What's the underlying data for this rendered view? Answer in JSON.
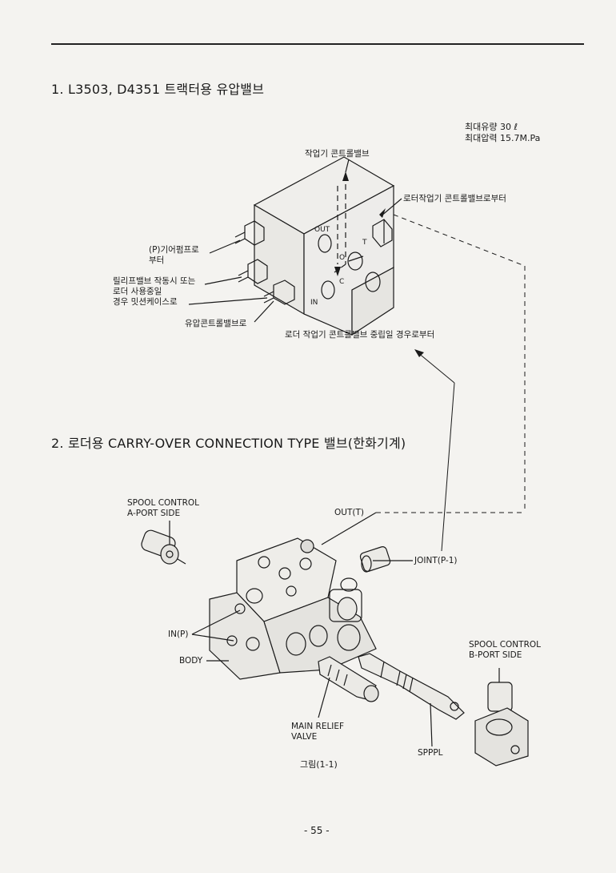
{
  "section1": {
    "title": "1. L3503, D4351 트랙터용 유압밸브",
    "spec": {
      "flow": "최대유량 30 ℓ",
      "pressure": "최대압력 15.7M.Pa"
    },
    "labels": {
      "work_valve": "작업기 콘트롤밸브",
      "from_loader": "로터작업기 콘트롤밸브로부터",
      "from_gear_pump_1": "(P)기어펌프로",
      "from_gear_pump_2": "부터",
      "relief_1": "릴리프밸브 작동시 또는",
      "relief_2": "로더 사용중일",
      "relief_3": "경우 밋션케이스로",
      "to_hydraulic": "유압콘트롤밸브로",
      "from_neutral": "로더 작업기 콘트롤밸브 중립일 경우로부터"
    },
    "block_marks": {
      "out": "OUT",
      "t": "T",
      "o": "O",
      "c": "C",
      "in": "IN"
    }
  },
  "section2": {
    "title": "2. 로더용 CARRY-OVER CONNECTION TYPE 밸브(한화기계)",
    "labels": {
      "spool_a_1": "SPOOL CONTROL",
      "spool_a_2": "A-PORT SIDE",
      "out_t": "OUT(T)",
      "joint": "JOINT(P-1)",
      "in_p": "IN(P)",
      "body": "BODY",
      "spool_b_1": "SPOOL CONTROL",
      "spool_b_2": "B-PORT SIDE",
      "main_relief_1": "MAIN RELIEF",
      "main_relief_2": "VALVE",
      "sppl": "SPPPL"
    }
  },
  "caption": "그림(1-1)",
  "page_number": "- 55 -"
}
